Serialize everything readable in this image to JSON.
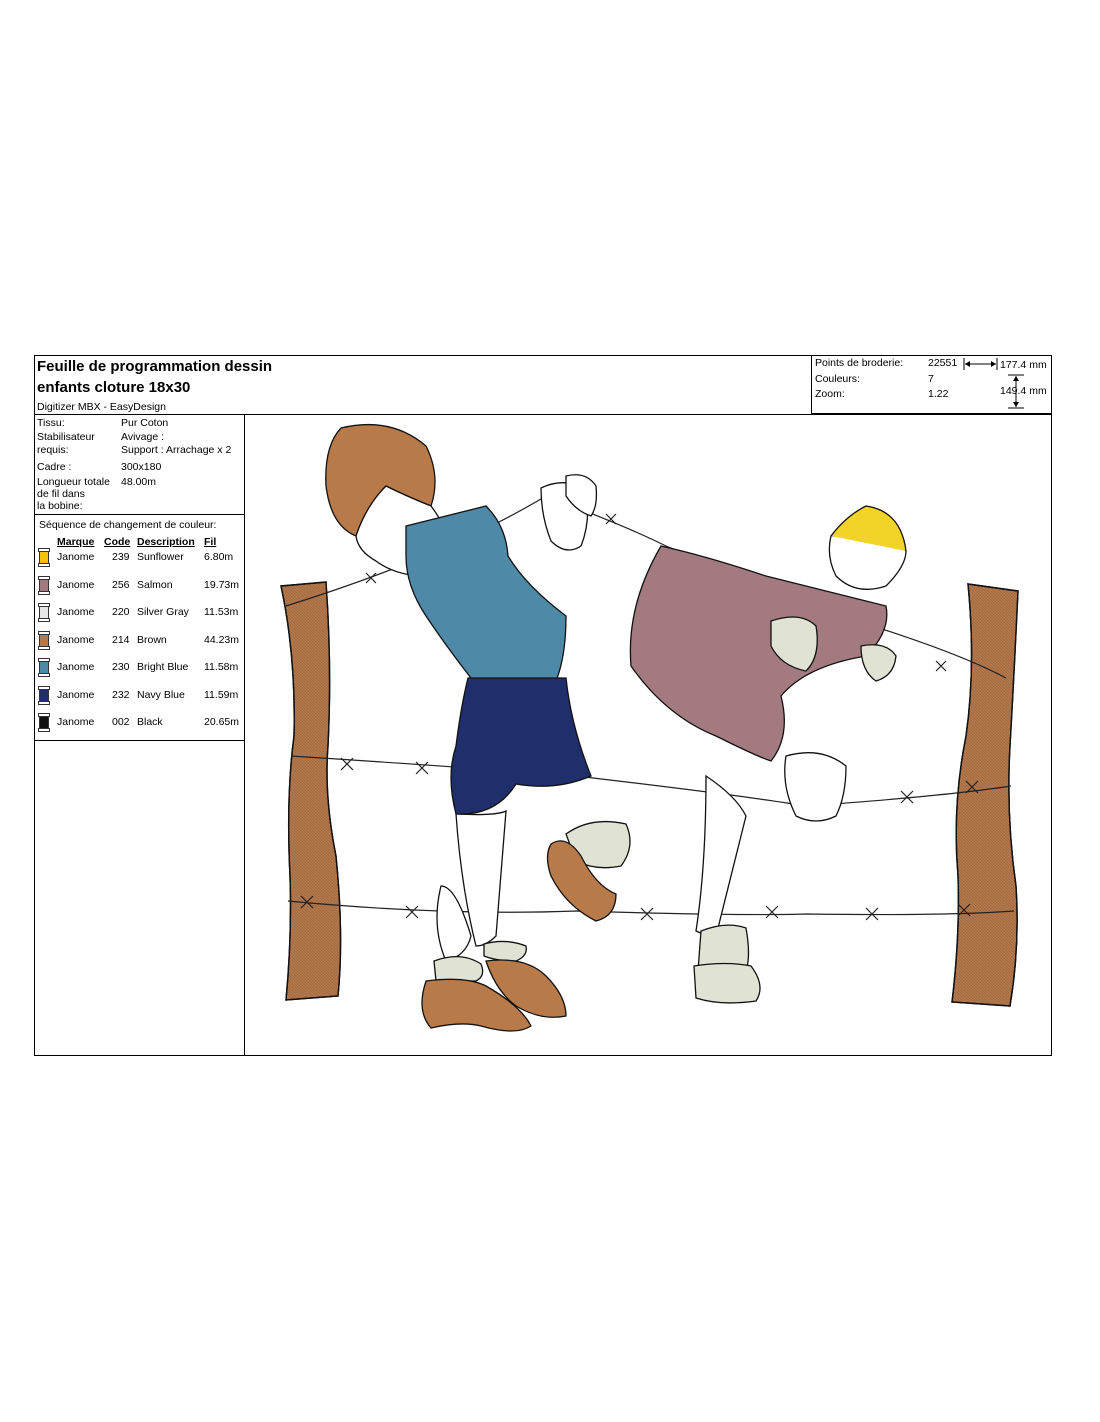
{
  "header": {
    "title_line1": "Feuille de programmation dessin",
    "title_line2": "enfants cloture 18x30",
    "software": "Digitizer MBX - EasyDesign"
  },
  "stats": {
    "points_label": "Points de broderie:",
    "points_value": "22551",
    "colors_label": "Couleurs:",
    "colors_value": "7",
    "zoom_label": "Zoom:",
    "zoom_value": "1.22",
    "width_value": "177.4 mm",
    "height_value": "149.4 mm"
  },
  "info": {
    "tissu_label": "Tissu:",
    "tissu_value": "Pur Coton",
    "stab_label_1": "Stabilisateur",
    "stab_label_2": "requis:",
    "stab_value_1": "Avivage :",
    "stab_value_2": "Support : Arrachage x 2",
    "cadre_label": "Cadre :",
    "cadre_value": "300x180",
    "longueur_label_1": "Longueur totale",
    "longueur_label_2": "de fil dans",
    "longueur_label_3": "la bobine:",
    "longueur_value": "48.00m"
  },
  "sequence": {
    "title": "Séquence de changement de couleur:",
    "headers": {
      "marque": "Marque",
      "code": "Code",
      "description": "Description",
      "fil": "Fil"
    },
    "rows": [
      {
        "marque": "Janome",
        "code": "239",
        "description": "Sunflower",
        "fil": "6.80m",
        "color": "#f5c10d"
      },
      {
        "marque": "Janome",
        "code": "256",
        "description": "Salmon",
        "fil": "19.73m",
        "color": "#a27a80"
      },
      {
        "marque": "Janome",
        "code": "220",
        "description": "Silver Gray",
        "fil": "11.53m",
        "color": "#e6e6e6"
      },
      {
        "marque": "Janome",
        "code": "214",
        "description": "Brown",
        "fil": "44.23m",
        "color": "#b57b4d"
      },
      {
        "marque": "Janome",
        "code": "230",
        "description": "Bright Blue",
        "fil": "11.58m",
        "color": "#4e8aa8"
      },
      {
        "marque": "Janome",
        "code": "232",
        "description": "Navy Blue",
        "fil": "11.59m",
        "color": "#1f2f6b"
      },
      {
        "marque": "Janome",
        "code": "002",
        "description": "Black",
        "fil": "20.65m",
        "color": "#111111"
      }
    ]
  }
}
